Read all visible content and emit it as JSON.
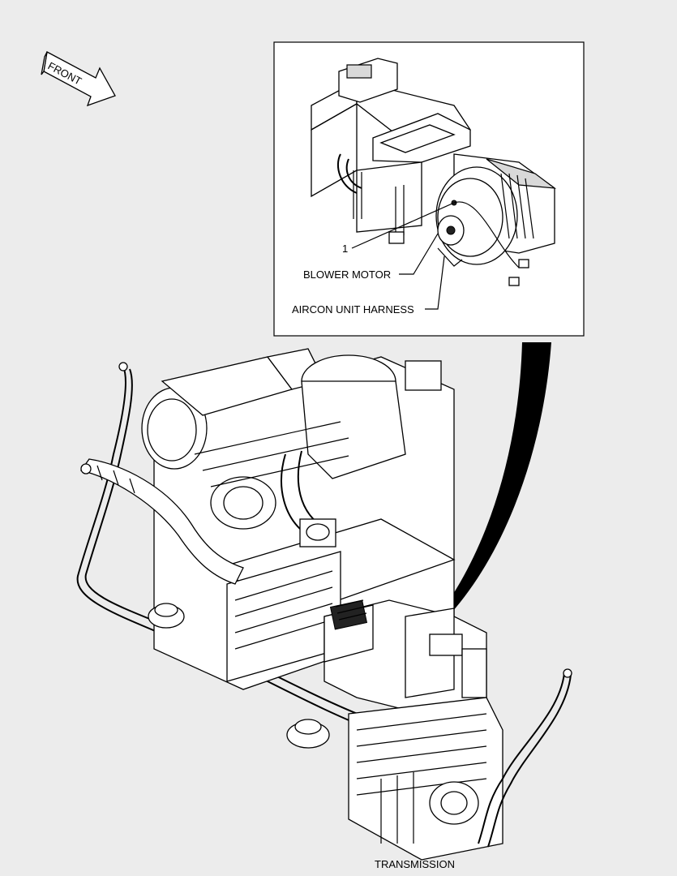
{
  "front_arrow": {
    "label": "FRONT"
  },
  "detail": {
    "callout_number": "1",
    "blower_motor_label": "BLOWER MOTOR",
    "aircon_harness_label": "AIRCON UNIT HARNESS"
  },
  "main": {
    "transmission_label": "TRANSMISSION"
  },
  "colors": {
    "background": "#ececec",
    "line": "#000000",
    "detail_box": "#ffffff"
  }
}
